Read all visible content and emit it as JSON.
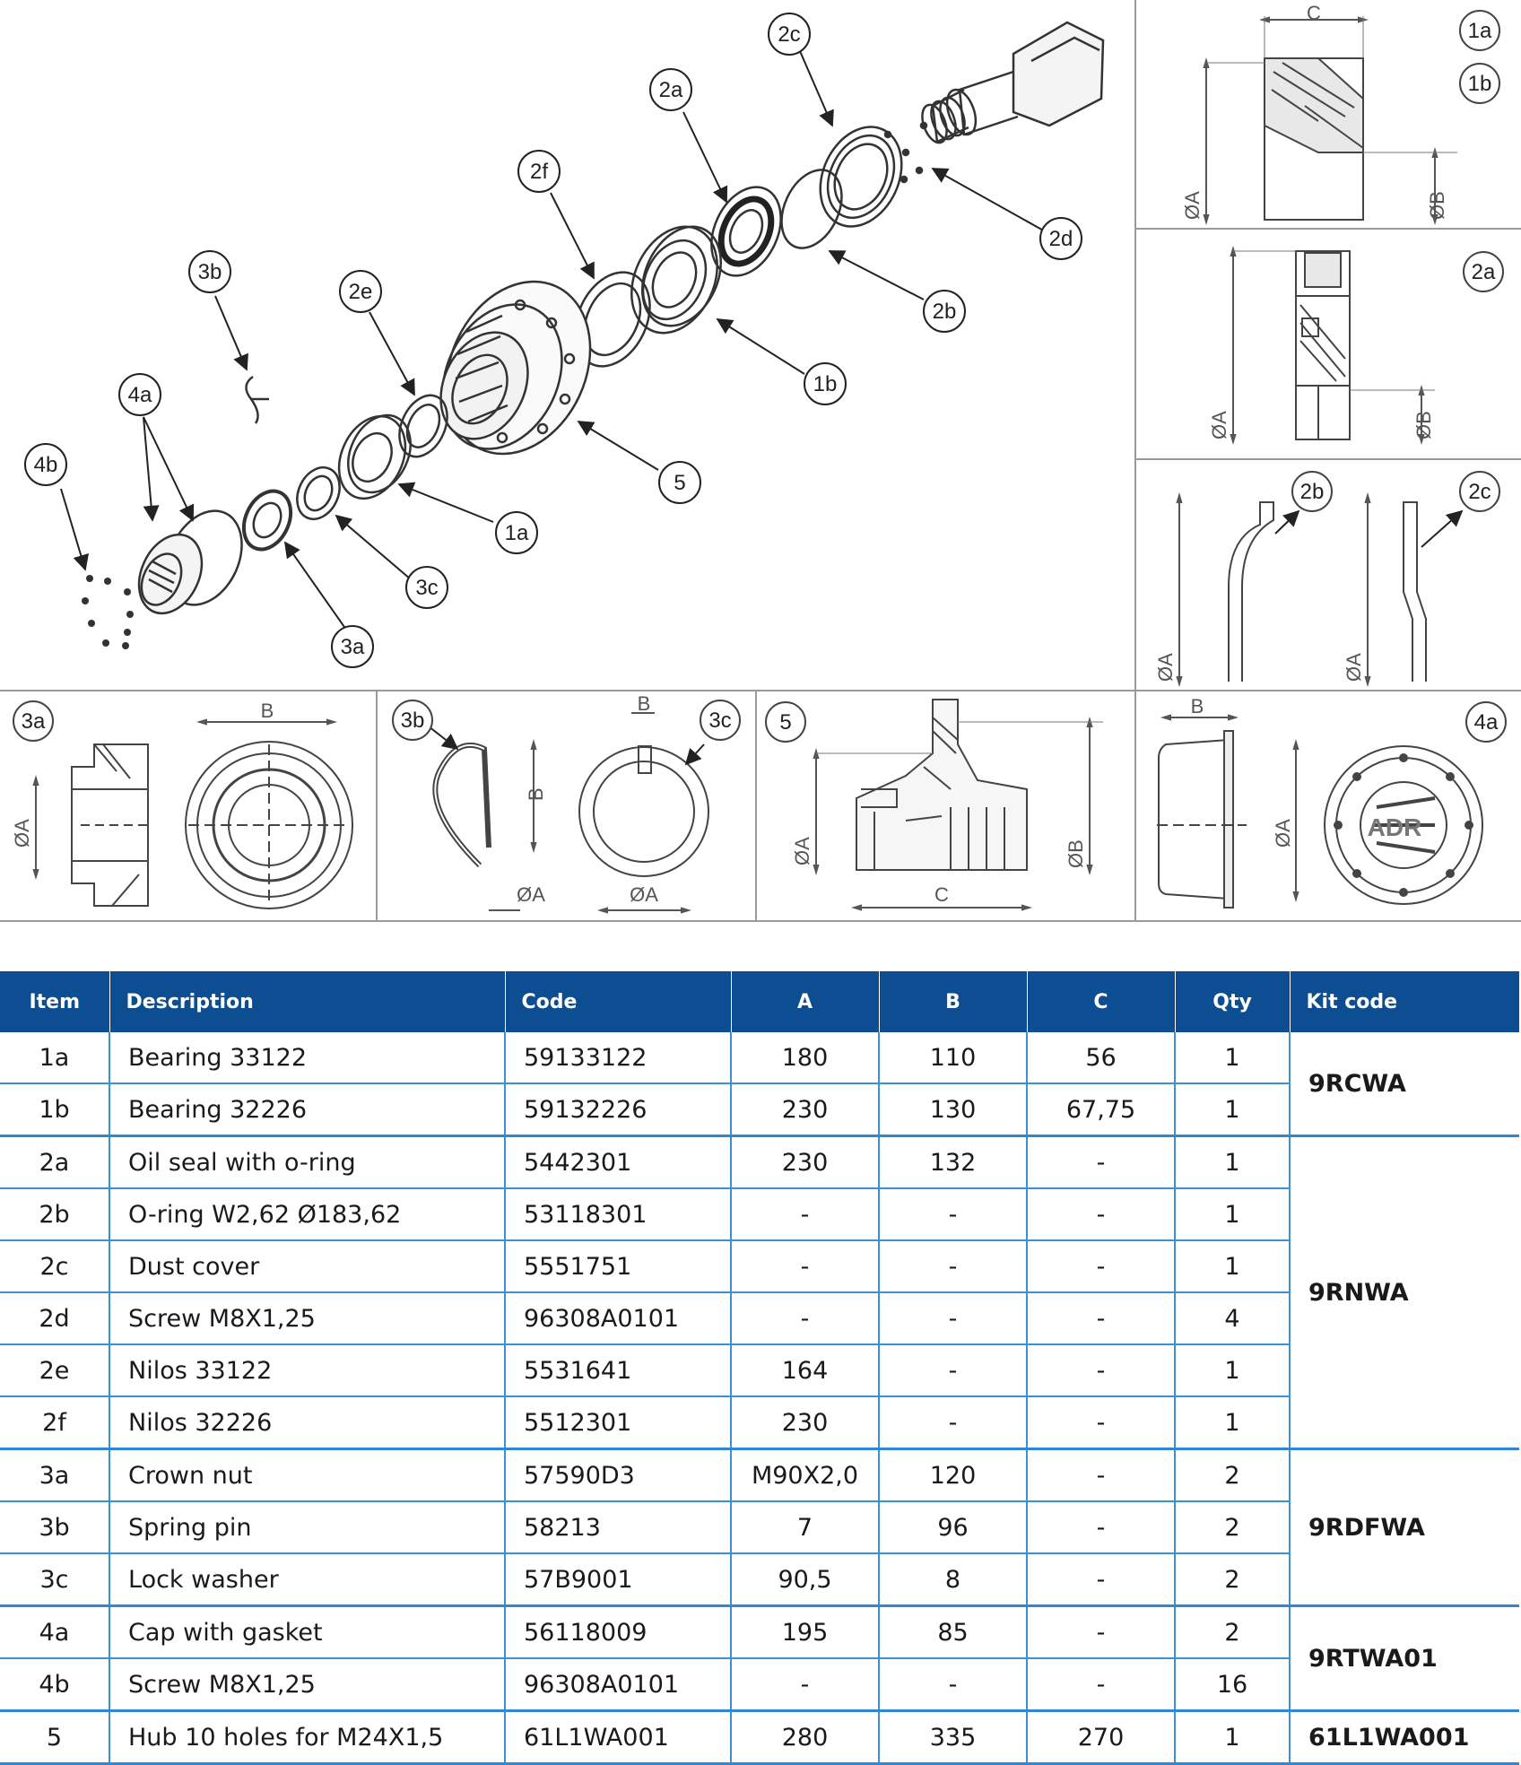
{
  "callouts": {
    "c1a": "1a",
    "c1b": "1b",
    "c2a": "2a",
    "c2b": "2b",
    "c2c": "2c",
    "c2d": "2d",
    "c2e": "2e",
    "c2f": "2f",
    "c3a": "3a",
    "c3b": "3b",
    "c3c": "3c",
    "c4a": "4a",
    "c4b": "4b",
    "c5": "5",
    "logo": "ADR"
  },
  "dims": {
    "A": "ØA",
    "B": "ØB",
    "Bplain": "B",
    "C": "C"
  },
  "table": {
    "headers": [
      "Item",
      "Description",
      "Code",
      "A",
      "B",
      "C",
      "Qty",
      "Kit code"
    ],
    "rows": [
      [
        "1a",
        "Bearing 33122",
        "59133122",
        "180",
        "110",
        "56",
        "1"
      ],
      [
        "1b",
        "Bearing 32226",
        "59132226",
        "230",
        "130",
        "67,75",
        "1"
      ],
      [
        "2a",
        "Oil seal with o-ring",
        "5442301",
        "230",
        "132",
        "-",
        "1"
      ],
      [
        "2b",
        "O-ring W2,62 Ø183,62",
        "53118301",
        "-",
        "-",
        "-",
        "1"
      ],
      [
        "2c",
        "Dust cover",
        "5551751",
        "-",
        "-",
        "-",
        "1"
      ],
      [
        "2d",
        "Screw M8X1,25",
        "96308A0101",
        "-",
        "-",
        "-",
        "4"
      ],
      [
        "2e",
        "Nilos 33122",
        "5531641",
        "164",
        "-",
        "-",
        "1"
      ],
      [
        "2f",
        "Nilos 32226",
        "5512301",
        "230",
        "-",
        "-",
        "1"
      ],
      [
        "3a",
        "Crown nut",
        "57590D3",
        "M90X2,0",
        "120",
        "-",
        "2"
      ],
      [
        "3b",
        "Spring pin",
        "58213",
        "7",
        "96",
        "-",
        "2"
      ],
      [
        "3c",
        "Lock washer",
        "57B9001",
        "90,5",
        "8",
        "-",
        "2"
      ],
      [
        "4a",
        "Cap with gasket",
        "56118009",
        "195",
        "85",
        "-",
        "2"
      ],
      [
        "4b",
        "Screw M8X1,25",
        "96308A0101",
        "-",
        "-",
        "-",
        "16"
      ],
      [
        "5",
        "Hub 10 holes for M24X1,5",
        "61L1WA001",
        "280",
        "335",
        "270",
        "1"
      ]
    ],
    "kits": [
      "9RCWA",
      "9RNWA",
      "9RDFWA",
      "9RTWA01",
      "61L1WA001"
    ]
  },
  "colors": {
    "header_bg": "#0d4d92",
    "grid": "#3f8fd4",
    "line_art": "#333333"
  }
}
